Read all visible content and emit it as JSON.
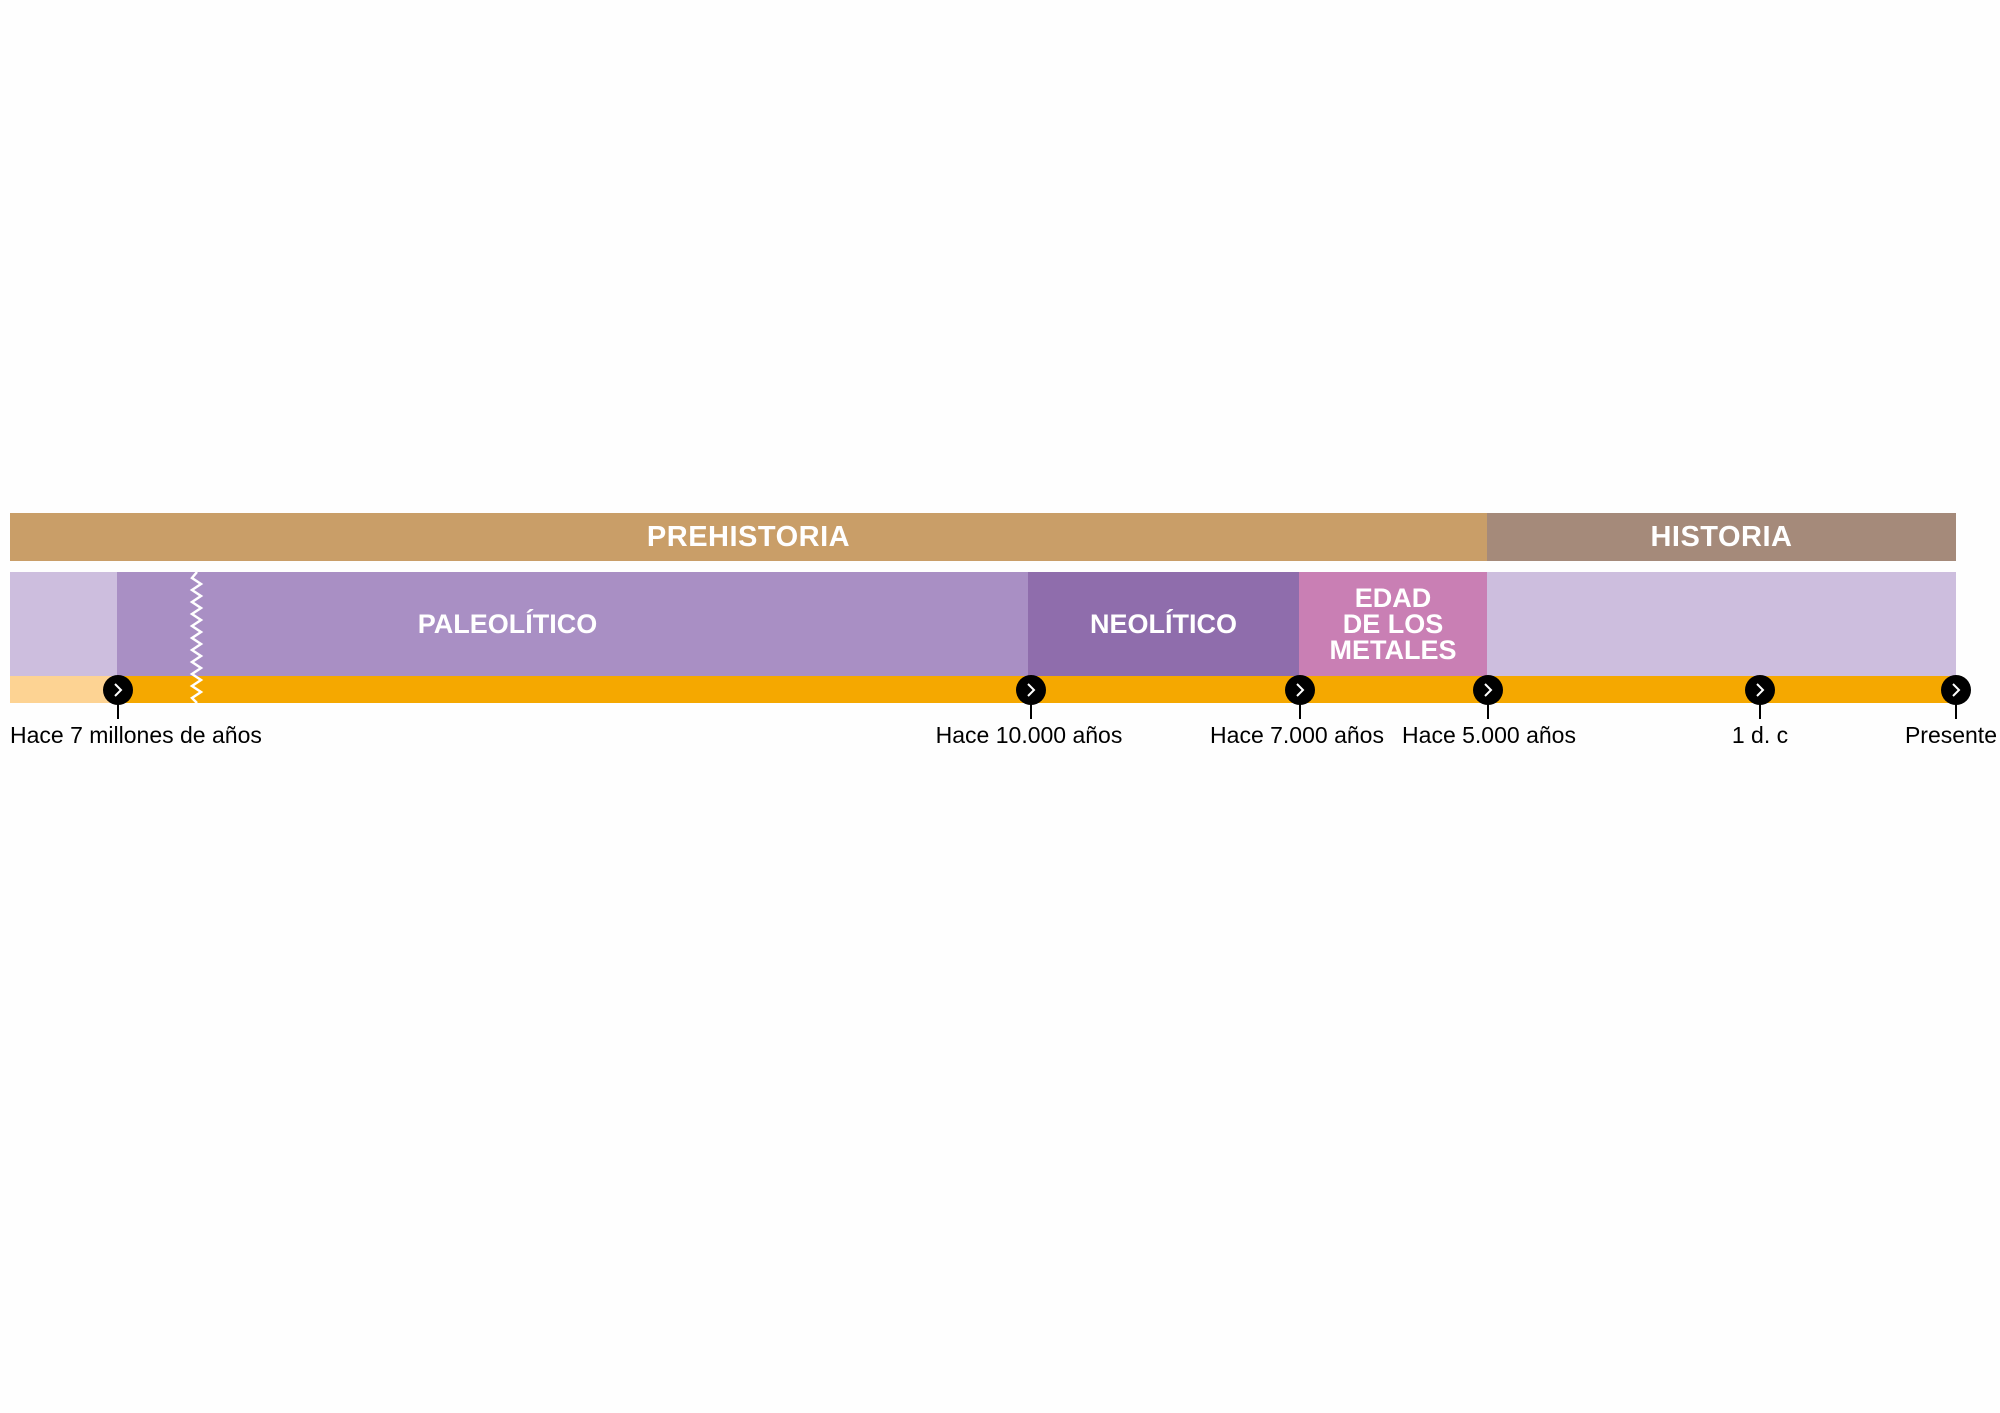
{
  "eras": [
    {
      "label": "PREHISTORIA",
      "color": "#C99E68"
    },
    {
      "label": "HISTORIA",
      "color": "#A58A7A"
    }
  ],
  "periods": [
    {
      "label": "PALEOLÍTICO",
      "color": "#A98FC4"
    },
    {
      "label": "NEOLÍTICO",
      "color": "#8F6DAC"
    },
    {
      "label": "EDAD DE LOS METALES",
      "lines": [
        "EDAD",
        "DE LOS",
        "METALES"
      ],
      "color": "#C97FB4"
    }
  ],
  "colors": {
    "pre_period": "#CDBEDE",
    "historia_period": "#CDBEDE",
    "axis": "#F5A800",
    "axis_pre": "#FDD393"
  },
  "milestones": [
    {
      "label": "Hace 7 millones de años",
      "icon": "chevron-right-icon"
    },
    {
      "label": "Hace 10.000 años",
      "icon": "chevron-right-icon"
    },
    {
      "label": "Hace 7.000 años",
      "icon": "chevron-right-icon"
    },
    {
      "label": "Hace 5.000 años",
      "icon": "chevron-right-icon"
    },
    {
      "label": "1 d. c",
      "icon": "chevron-right-icon"
    },
    {
      "label": "Presente",
      "icon": "chevron-right-icon"
    }
  ]
}
